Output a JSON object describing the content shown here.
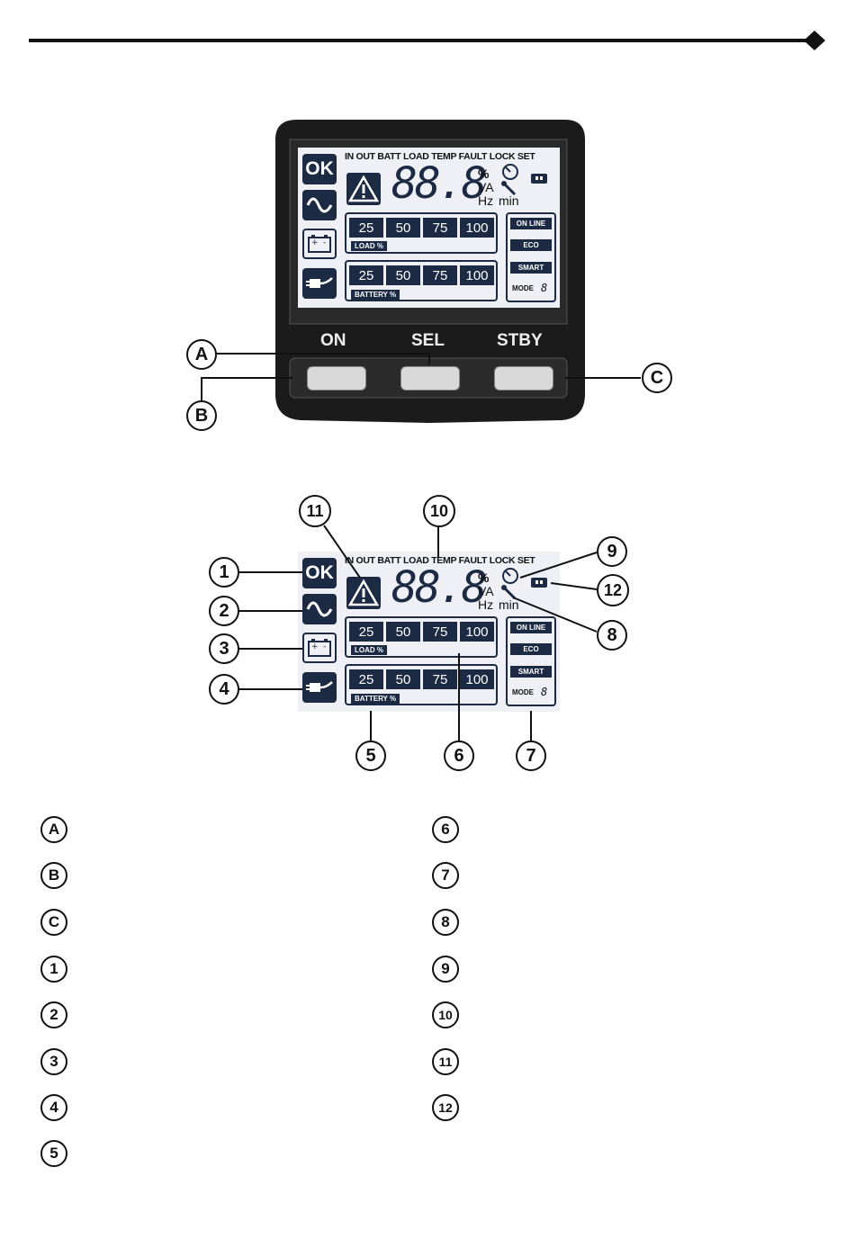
{
  "lcd": {
    "status_row": "IN OUT BATT LOAD TEMP FAULT LOCK SET",
    "display_digits": "88.8",
    "units": {
      "percent": "%",
      "va": "VA",
      "hz": "Hz",
      "min": "min"
    },
    "ok_icon_label": "OK",
    "load_bar": {
      "levels": [
        "25",
        "50",
        "75",
        "100"
      ],
      "label": "LOAD %"
    },
    "battery_bar": {
      "levels": [
        "25",
        "50",
        "75",
        "100"
      ],
      "label": "BATTERY %"
    },
    "modes": [
      "ON LINE",
      "ECO",
      "SMART"
    ],
    "mode_label": "MODE",
    "mode_digit": "8"
  },
  "panel": {
    "buttons": [
      "ON",
      "SEL",
      "STBY"
    ]
  },
  "panel_callouts": [
    "A",
    "B",
    "C"
  ],
  "lcd_callouts": [
    "1",
    "2",
    "3",
    "4",
    "5",
    "6",
    "7",
    "8",
    "9",
    "10",
    "11",
    "12"
  ],
  "legend": {
    "left": [
      "A",
      "B",
      "C",
      "1",
      "2",
      "3",
      "4",
      "5"
    ],
    "right": [
      "6",
      "7",
      "8",
      "9",
      "10",
      "11",
      "12"
    ]
  },
  "colors": {
    "ink": "#111111",
    "lcd_bg": "#eef0f5",
    "icon_dark": "#1c2a44",
    "bezel": "#1a1a1a",
    "button": "#d9d9d9"
  }
}
